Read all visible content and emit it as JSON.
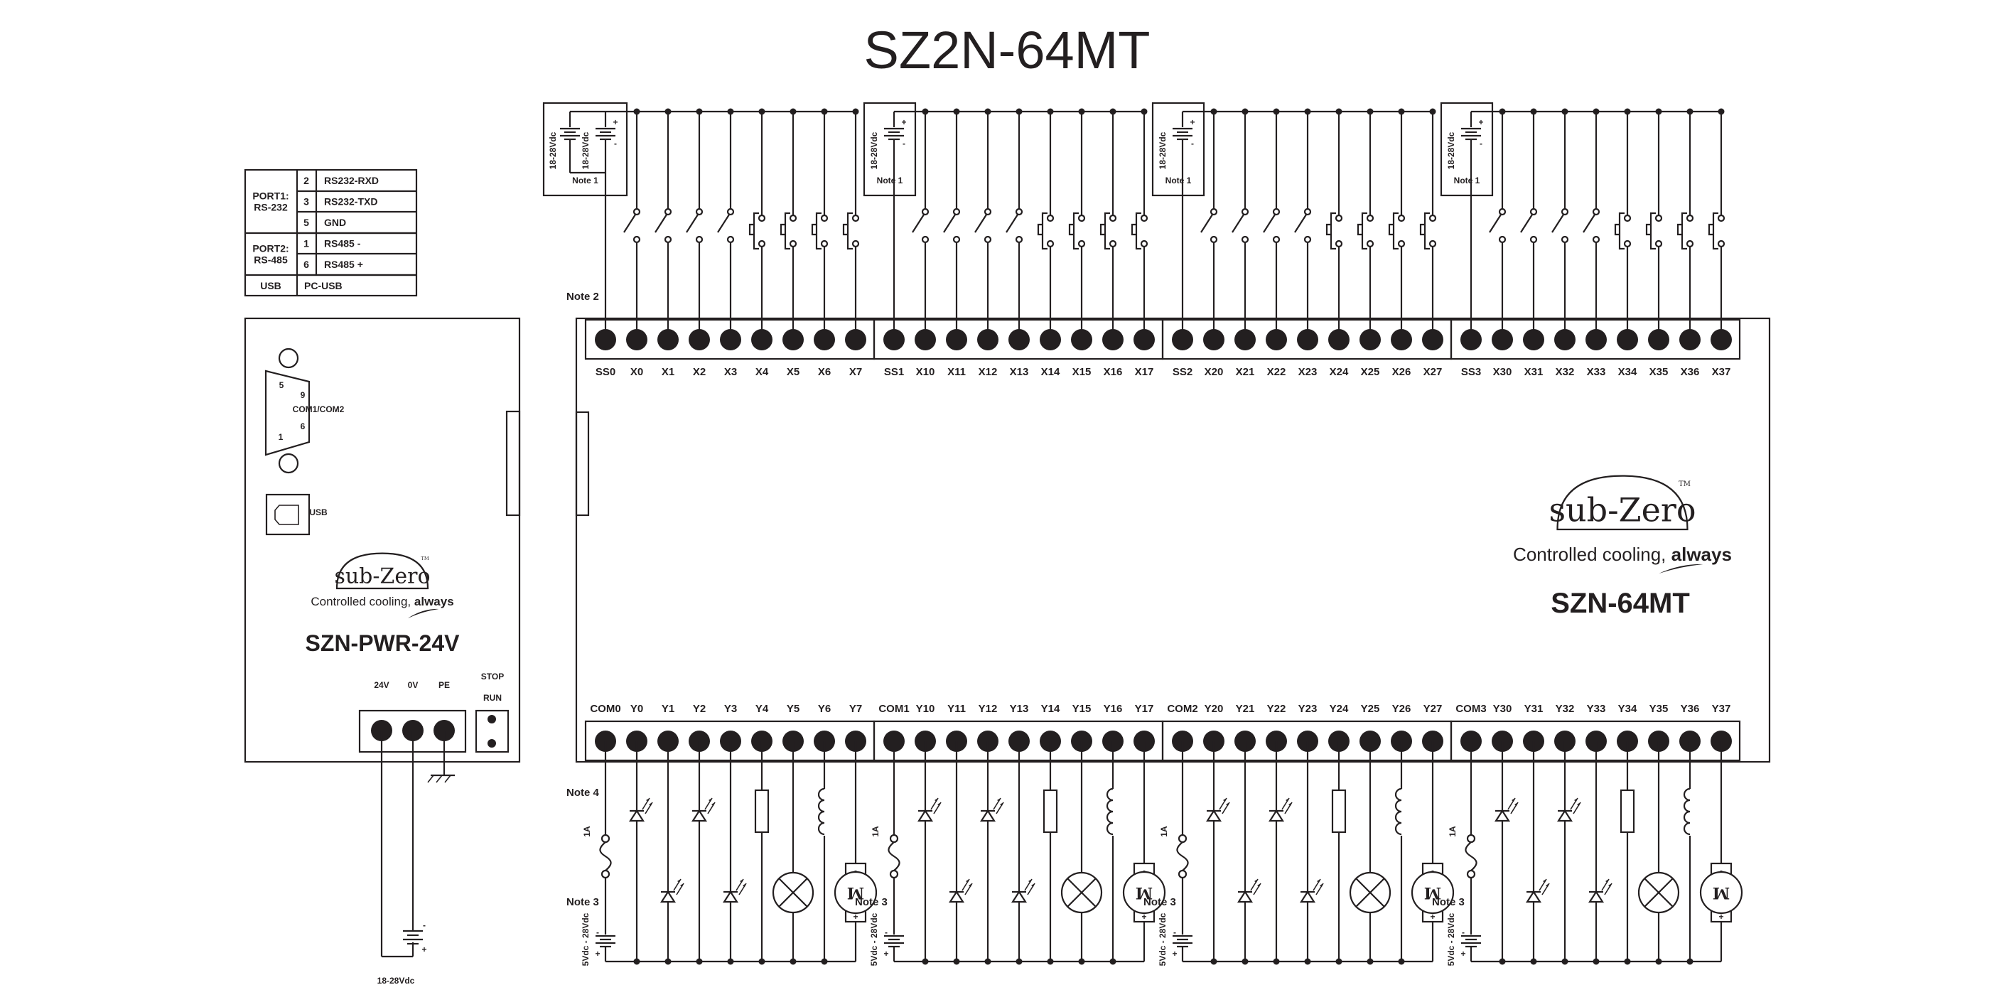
{
  "title": "SZ2N-64MT",
  "port_table": {
    "groups": [
      {
        "port": "PORT1:",
        "type": "RS-232",
        "pins": [
          {
            "pin": "2",
            "signal": "RS232-RXD"
          },
          {
            "pin": "3",
            "signal": "RS232-TXD"
          },
          {
            "pin": "5",
            "signal": "GND"
          }
        ]
      },
      {
        "port": "PORT2:",
        "type": "RS-485",
        "pins": [
          {
            "pin": "1",
            "signal": "RS485 -"
          },
          {
            "pin": "6",
            "signal": "RS485 +"
          }
        ]
      }
    ],
    "usb": {
      "port": "USB",
      "signal": "PC-USB"
    }
  },
  "brand": {
    "logo": "sub-Zero",
    "tm": "TM",
    "tagline": "Controlled cooling,",
    "tagline_bold": "always"
  },
  "power_module": {
    "model": "SZN-PWR-24V",
    "db9_label": "COM1/COM2",
    "db9_pins": [
      "5",
      "9",
      "6",
      "1"
    ],
    "usb_label": "USB",
    "terminals": [
      "24V",
      "0V",
      "PE"
    ],
    "switch_labels": [
      "STOP",
      "RUN"
    ],
    "supply": "18-28Vdc",
    "plus": "+",
    "minus": "-"
  },
  "plc": {
    "model": "SZN-64MT",
    "notes": {
      "note1": "Note 1",
      "note2": "Note 2",
      "note3": "Note 3",
      "note4": "Note 4"
    },
    "input_supply": "18-28Vdc",
    "output_supply": "5Vdc - 28Vdc",
    "fuse": "1A",
    "motor": "M",
    "plus": "+",
    "minus": "-",
    "input_devices": [
      "switch-no-icon",
      "switch-no-icon",
      "switch-no-icon",
      "switch-no-icon",
      "pushbutton-icon",
      "pushbutton-icon",
      "pushbutton-icon",
      "pushbutton-icon"
    ],
    "output_loads": [
      "led-upper-icon",
      "led-lower-icon",
      "led-upper-icon",
      "led-lower-icon",
      "resistor-icon",
      "lamp-icon",
      "inductor-icon",
      "motor-icon"
    ],
    "input_groups": [
      {
        "common": "SS0",
        "inputs": [
          "X0",
          "X1",
          "X2",
          "X3",
          "X4",
          "X5",
          "X6",
          "X7"
        ]
      },
      {
        "common": "SS1",
        "inputs": [
          "X10",
          "X11",
          "X12",
          "X13",
          "X14",
          "X15",
          "X16",
          "X17"
        ]
      },
      {
        "common": "SS2",
        "inputs": [
          "X20",
          "X21",
          "X22",
          "X23",
          "X24",
          "X25",
          "X26",
          "X27"
        ]
      },
      {
        "common": "SS3",
        "inputs": [
          "X30",
          "X31",
          "X32",
          "X33",
          "X34",
          "X35",
          "X36",
          "X37"
        ]
      }
    ],
    "output_groups": [
      {
        "common": "COM0",
        "outputs": [
          "Y0",
          "Y1",
          "Y2",
          "Y3",
          "Y4",
          "Y5",
          "Y6",
          "Y7"
        ]
      },
      {
        "common": "COM1",
        "outputs": [
          "Y10",
          "Y11",
          "Y12",
          "Y13",
          "Y14",
          "Y15",
          "Y16",
          "Y17"
        ]
      },
      {
        "common": "COM2",
        "outputs": [
          "Y20",
          "Y21",
          "Y22",
          "Y23",
          "Y24",
          "Y25",
          "Y26",
          "Y27"
        ]
      },
      {
        "common": "COM3",
        "outputs": [
          "Y30",
          "Y31",
          "Y32",
          "Y33",
          "Y34",
          "Y35",
          "Y36",
          "Y37"
        ]
      }
    ]
  }
}
